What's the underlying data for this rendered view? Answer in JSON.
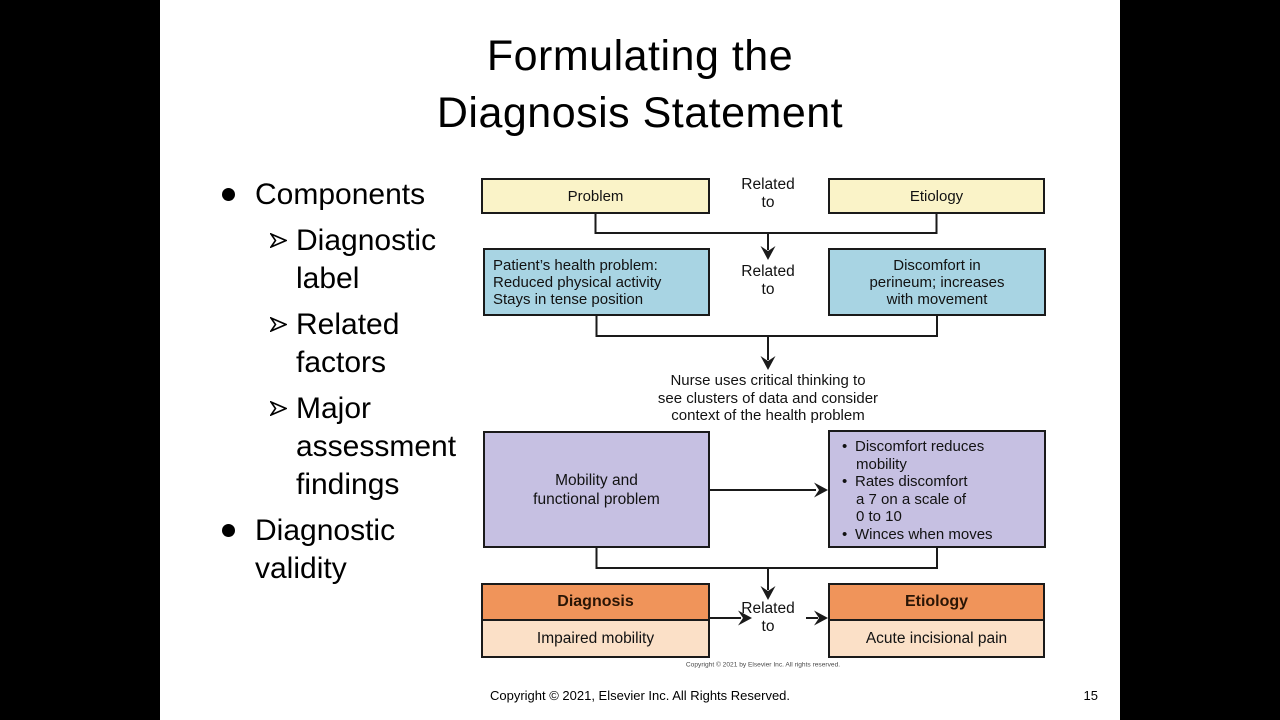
{
  "title": {
    "line1": "Formulating the",
    "line2": "Diagnosis Statement"
  },
  "bullets": {
    "items": [
      {
        "level": 1,
        "text": "Components"
      },
      {
        "level": 2,
        "text": "Diagnostic label"
      },
      {
        "level": 2,
        "text": "Related factors"
      },
      {
        "level": 2,
        "text": "Major assessment findings"
      },
      {
        "level": 1,
        "text": "Diagnostic validity"
      }
    ]
  },
  "icons": {
    "level1_bullet": "filled-circle",
    "level2_bullet": "right-arrowhead"
  },
  "glyphs": {
    "dot": "•"
  },
  "diagram": {
    "related_to": {
      "line1": "Related",
      "line2": "to"
    },
    "row1": {
      "problem": "Problem",
      "etiology": "Etiology"
    },
    "row2": {
      "left_lines": [
        "Patient’s health problem:",
        "Reduced physical activity",
        "Stays in tense position"
      ],
      "right_lines": [
        "Discomfort in",
        "perineum; increases",
        "with movement"
      ]
    },
    "middle_note": {
      "line1": "Nurse uses critical thinking to",
      "line2": "see clusters of data and consider",
      "line3": "context of the health problem"
    },
    "row3": {
      "left_lines": [
        "Mobility and",
        "functional problem"
      ],
      "right_lines": [
        {
          "bullet": true,
          "text": "Discomfort reduces"
        },
        {
          "bullet": false,
          "text": "mobility"
        },
        {
          "bullet": true,
          "text": "Rates discomfort"
        },
        {
          "bullet": false,
          "text": "a 7 on a scale of"
        },
        {
          "bullet": false,
          "text": "0 to 10"
        },
        {
          "bullet": true,
          "text": "Winces when moves"
        }
      ]
    },
    "row4": {
      "left_header": "Diagnosis",
      "left_body": "Impaired mobility",
      "right_header": "Etiology",
      "right_body": "Acute incisional pain"
    },
    "figure_credit": "Copyright © 2021 by Elsevier Inc. All rights reserved."
  },
  "footer": {
    "copyright": "Copyright © 2021, Elsevier Inc. All Rights Reserved.",
    "page_number": "15"
  },
  "colors": {
    "cream": "#FAF3C8",
    "blue": "#A8D4E3",
    "purple": "#C6C0E2",
    "orange": "#F0945A",
    "peach": "#FBE0C7"
  }
}
